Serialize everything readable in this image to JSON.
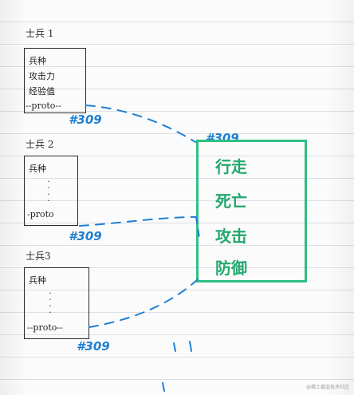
{
  "soldiers": [
    {
      "title": "士兵 1",
      "fields": [
        "兵种",
        "攻击力",
        "经验值"
      ],
      "pointer": "--proto--",
      "address": "#309"
    },
    {
      "title": "士兵 2",
      "fields": [
        "兵种"
      ],
      "pointer": "-proto",
      "address": "#309"
    },
    {
      "title": "士兵3",
      "fields": [
        "兵种"
      ],
      "pointer": "--proto--",
      "address": "#309"
    }
  ],
  "prototype": {
    "address": "#309",
    "methods": [
      "行走",
      "死亡",
      "攻击",
      "防御"
    ]
  },
  "colors": {
    "ink": "#2b2b2b",
    "pointer_blue": "#1f7fd3",
    "prototype_green": "#2fbf83",
    "ruled_line": "#dcdfe6"
  },
  "watermark": "@稀土掘金技术社区"
}
